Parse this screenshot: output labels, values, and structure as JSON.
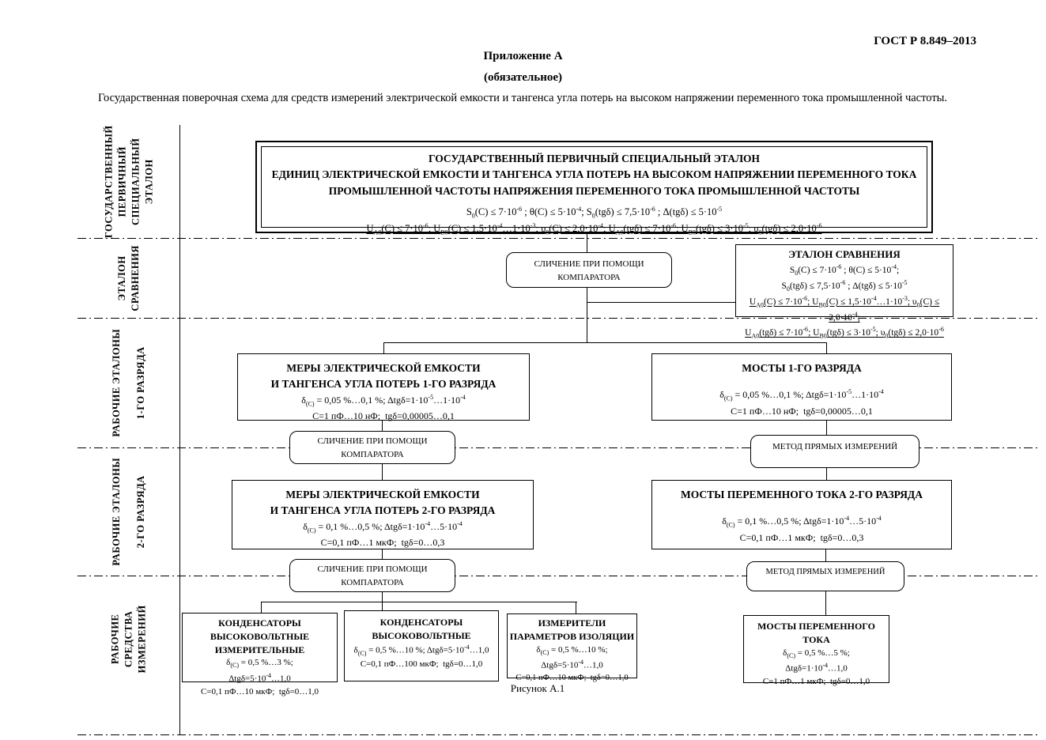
{
  "colors": {
    "ink": "#000000",
    "paper": "#ffffff"
  },
  "header": {
    "doc_number": "ГОСТ  Р 8.849–2013",
    "appendix": "Приложение А",
    "appendix_note": "(обязательное)",
    "description": "Государственная поверочная схема для средств измерений электрической емкости и тангенса угла потерь на высоком напряжении переменного тока промышленной частоты."
  },
  "sidebar": {
    "bands": [
      {
        "lines": [
          "ГОСУДАРСТВЕННЫЙ",
          "ПЕРВИЧНЫЙ",
          "СПЕЦИАЛЬНЫЙ",
          "ЭТАЛОН"
        ]
      },
      {
        "lines": [
          "ЭТАЛОН",
          "СРАВНЕНИЯ"
        ]
      },
      {
        "lines": [
          "РАБОЧИЕ ЭТАЛОНЫ",
          "1-ГО РАЗРЯДА"
        ]
      },
      {
        "lines": [
          "РАБОЧИЕ ЭТАЛОНЫ",
          "2-ГО РАЗРЯДА"
        ]
      },
      {
        "lines": [
          "РАБОЧИЕ",
          "СРЕДСТВА",
          "ИЗМЕРЕНИЙ"
        ]
      }
    ]
  },
  "diagram": {
    "primary": {
      "title": [
        "ГОСУДАРСТВЕННЫЙ ПЕРВИЧНЫЙ СПЕЦИАЛЬНЫЙ ЭТАЛОН",
        "ЕДИНИЦ ЭЛЕКТРИЧЕСКОЙ ЕМКОСТИ И ТАНГЕНСА УГЛА ПОТЕРЬ НА ВЫСОКОМ НАПРЯЖЕНИИ ПЕРЕМЕННОГО ТОКА",
        "ПРОМЫШЛЕННОЙ ЧАСТОТЫ НАПРЯЖЕНИЯ ПЕРЕМЕННОГО ТОКА ПРОМЫШЛЕННОЙ ЧАСТОТЫ"
      ],
      "f1": "S<sub>0</sub>(C) ≤ 7·10<sup>-6</sup> ; θ(C) ≤ 5·10<sup>-4</sup>; S<sub>0</sub>(tgδ) ≤ 7,5·10<sup>-6</sup> ; Δ(tgδ) ≤ 5·10<sup>-5</sup>",
      "f2": "<u>U<sub>A0</sub>(C) ≤ 7·10<sup>-6</sup>; U<sub>B0</sub>(C) ≤ 1,5·10<sup>-4</sup>…1·10<sup>-3</sup>; υ<sub>0</sub>(C) ≤ 2,0·10<sup>-4</sup>; U<sub>A0</sub>(tgδ) ≤ 7·10<sup>-6</sup>; U<sub>B0</sub>(tgδ) ≤ 3·10<sup>-5</sup>; υ<sub>0</sub>(tgδ) ≤ 2,0·10<sup>-6</sup></u>"
    },
    "comparison_standard": {
      "title": "ЭТАЛОН СРАВНЕНИЯ",
      "f1": "S<sub>0</sub>(C) ≤ 7·10<sup>-6</sup> ; θ(C) ≤ 5·10<sup>-4</sup>;",
      "f2": "S<sub>0</sub>(tgδ) ≤ 7,5·10<sup>-6</sup> ; Δ(tgδ) ≤ 5·10<sup>-5</sup>",
      "f3": "<u>U<sub>A0</sub>(C) ≤ 7·10<sup>-6</sup>; U<sub>B0</sub>(C) ≤ 1,5·10<sup>-4</sup>…1·10<sup>-3</sup>; υ<sub>0</sub>(C) ≤ 2,0·10<sup>-4</sup>;</u>",
      "f4": "<u>U<sub>A0</sub>(tgδ) ≤ 7·10<sup>-6</sup>; U<sub>B0</sub>(tgδ) ≤ 3·10<sup>-5</sup>; υ<sub>0</sub>(tgδ) ≤ 2,0·10<sup>-6</sup></u>"
    },
    "connectors": {
      "comparison": {
        "lines": [
          "СЛИЧЕНИЕ ПРИ ПОМОЩИ",
          "КОМПАРАТОРА"
        ]
      },
      "direct": "МЕТОД ПРЯМЫХ ИЗМЕРЕНИЙ"
    },
    "working_1st_left": {
      "title": [
        "МЕРЫ ЭЛЕКТРИЧЕСКОЙ ЕМКОСТИ",
        "И ТАНГЕНСА УГЛА ПОТЕРЬ 1-ГО РАЗРЯДА"
      ],
      "f1": "δ<sub>(C)</sub> = 0,05 %…0,1 %; Δtgδ=1·10<sup>-5</sup>…1·10<sup>-4</sup>",
      "f2": "C=1 пФ…10 нФ;&#160; tgδ=0,00005…0,1"
    },
    "working_1st_right": {
      "title": "МОСТЫ 1-ГО РАЗРЯДА",
      "f1": "δ<sub>(C)</sub> = 0,05 %…0,1 %; Δtgδ=1·10<sup>-5</sup>…1·10<sup>-4</sup>",
      "f2": "C=1 пФ…10 нФ;&#160; tgδ=0,00005…0,1"
    },
    "working_2nd_left": {
      "title": [
        "МЕРЫ ЭЛЕКТРИЧЕСКОЙ ЕМКОСТИ",
        "И ТАНГЕНСА УГЛА ПОТЕРЬ 2-ГО РАЗРЯДА"
      ],
      "f1": "δ<sub>(C)</sub> = 0,1 %…0,5 %; Δtgδ=1·10<sup>-4</sup>…5·10<sup>-4</sup>",
      "f2": "C=0,1 пФ…1 мкФ;&#160; tgδ=0…0,3"
    },
    "working_2nd_right": {
      "title": "МОСТЫ ПЕРЕМЕННОГО ТОКА 2-ГО РАЗРЯДА",
      "f1": "δ<sub>(C)</sub> = 0,1 %…0,5 %; Δtgδ=1·10<sup>-4</sup>…5·10<sup>-4</sup>",
      "f2": "C=0,1 пФ…1 мкФ;&#160; tgδ=0…0,3"
    },
    "instrument_1": {
      "title": [
        "КОНДЕНСАТОРЫ",
        "ВЫСОКОВОЛЬТНЫЕ",
        "ИЗМЕРИТЕЛЬНЫЕ"
      ],
      "f1": "δ<sub>(C)</sub> = 0,5 %…3 %;",
      "f2": "Δtgδ=5·10<sup>-4</sup>…1,0",
      "f3": "C=0,1 пФ…10 мкФ;&#160; tgδ=0…1,0"
    },
    "instrument_2": {
      "title": [
        "КОНДЕНСАТОРЫ",
        "ВЫСОКОВОЛЬТНЫЕ"
      ],
      "f1": "δ<sub>(C)</sub> = 0,5 %…10 %; Δtgδ=5·10<sup>-4</sup>…1,0",
      "f2": "C=0,1 пФ…100 мкФ;&#160; tgδ=0…1,0"
    },
    "instrument_3": {
      "title": [
        "ИЗМЕРИТЕЛИ",
        "ПАРАМЕТРОВ ИЗОЛЯЦИИ"
      ],
      "f1": "δ<sub>(C)</sub> = 0,5 %…10 %;",
      "f2": "Δtgδ=5·10<sup>-4</sup>…1,0",
      "f3": "C=0,1 пФ…10 мкФ;&#160; tgδ=0…1,0"
    },
    "instrument_4": {
      "title": [
        "МОСТЫ ПЕРЕМЕННОГО",
        "ТОКА"
      ],
      "f1": "δ<sub>(C)</sub> = 0,5 %…5 %;",
      "f2": "Δtgδ=1·10<sup>-4</sup>…1,0",
      "f3": "C=1 пФ…1 мкФ;&#160; tgδ=0…1,0"
    }
  },
  "caption": "Рисунок А.1"
}
